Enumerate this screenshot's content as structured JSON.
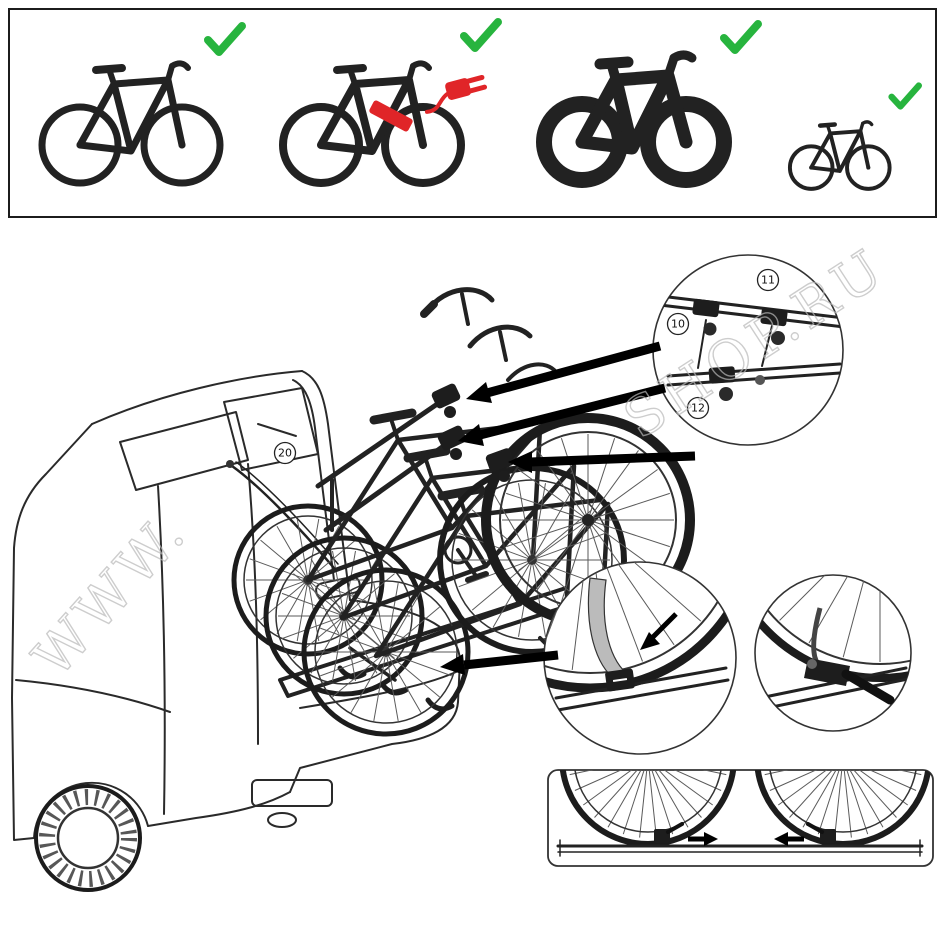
{
  "legend": {
    "items": [
      {
        "icon": "city-bike-icon",
        "approved": true
      },
      {
        "icon": "e-bike-icon",
        "approved": true
      },
      {
        "icon": "fat-bike-icon",
        "approved": true
      },
      {
        "icon": "compact-bike-icon",
        "approved": true
      }
    ],
    "check_mark": "✓"
  },
  "callouts": {
    "c10": "10",
    "c11": "11",
    "c12": "12",
    "c20": "20"
  },
  "watermark": {
    "left": "WWW.",
    "right": "SHOP.RU"
  },
  "colors": {
    "check_green": "#27b43e",
    "accent_red": "#e02528",
    "ink": "#1a1a1a",
    "line_gray": "#555555",
    "watermark_gray": "#b9b9b9"
  }
}
